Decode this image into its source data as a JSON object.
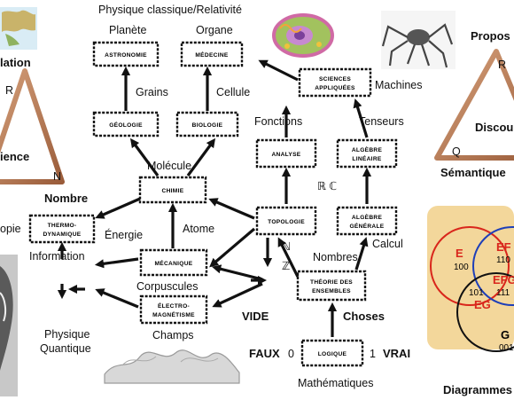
{
  "header": {
    "title": "Physique classique/Relativité"
  },
  "boxes": {
    "astronomie": [
      "ASTRONOMIE"
    ],
    "medecine": [
      "MÉDECINE"
    ],
    "sciences_appliquees": [
      "SCIENCES",
      "APPLIQUÉES"
    ],
    "geologie": [
      "GÉOLOGIE"
    ],
    "biologie": [
      "BIOLOGIE"
    ],
    "analyse": [
      "ANALYSE"
    ],
    "algebre_lineaire": [
      "ALGÈBRE",
      "LINÉAIRE"
    ],
    "chimie": [
      "CHIMIE"
    ],
    "thermodynamique": [
      "THERMO-",
      "DYNAMIQUE"
    ],
    "topologie": [
      "TOPOLOGIE"
    ],
    "algebre_generale": [
      "ALGÈBRE",
      "GÉNÉRALE"
    ],
    "mecanique": [
      "MÉCANIQUE"
    ],
    "electromagnetisme": [
      "ÉLECTRO-",
      "MAGNÉTISME"
    ],
    "theorie_ensembles": [
      "THÉORIE DES",
      "ENSEMBLES"
    ],
    "logique": [
      "LOGIQUE"
    ]
  },
  "labels": {
    "planete": "Planète",
    "organe": "Organe",
    "machines": "Machines",
    "grains": "Grains",
    "cellule": "Cellule",
    "fonctions": "Fonctions",
    "tenseurs": "Tenseurs",
    "molecule": "Molécule",
    "energie": "Énergie",
    "atome": "Atome",
    "information": "Information",
    "corpuscules": "Corpuscules",
    "champs": "Champs",
    "physique": "Physique",
    "quantique": "Quantique",
    "nombres": "Nombres",
    "calcul": "Calcul",
    "choses": "Choses",
    "vide": "VIDE",
    "faux": "FAUX",
    "zero": "0",
    "un": "1",
    "vrai": "VRAI",
    "mathematiques": "Mathématiques",
    "rc": "ℝ ℂ",
    "n": "ℕ",
    "z": "ℤ"
  },
  "left_triangle": {
    "top_caption": "lation",
    "vertex_r": "R",
    "vertex_n": "N",
    "center": "ience",
    "bottom": "Nombre",
    "side": "opie"
  },
  "right_triangle": {
    "top_caption": "Propos",
    "vertex_r": "R",
    "vertex_q": "Q",
    "center": "Discou",
    "bottom": "Sémantique"
  },
  "venn": {
    "e": "E",
    "e_code": "100",
    "ef": "EF",
    "ef_code": "110",
    "efg": "EFG",
    "efg_code": "111",
    "eg": "EG",
    "eg_code": "101",
    "g": "G",
    "g_code": "001",
    "caption": "Diagrammes"
  },
  "colors": {
    "triangle": "#b47a55",
    "venn_red": "#d9261c",
    "venn_blue": "#1e3fb8",
    "venn_bg": "#f3d79b"
  }
}
